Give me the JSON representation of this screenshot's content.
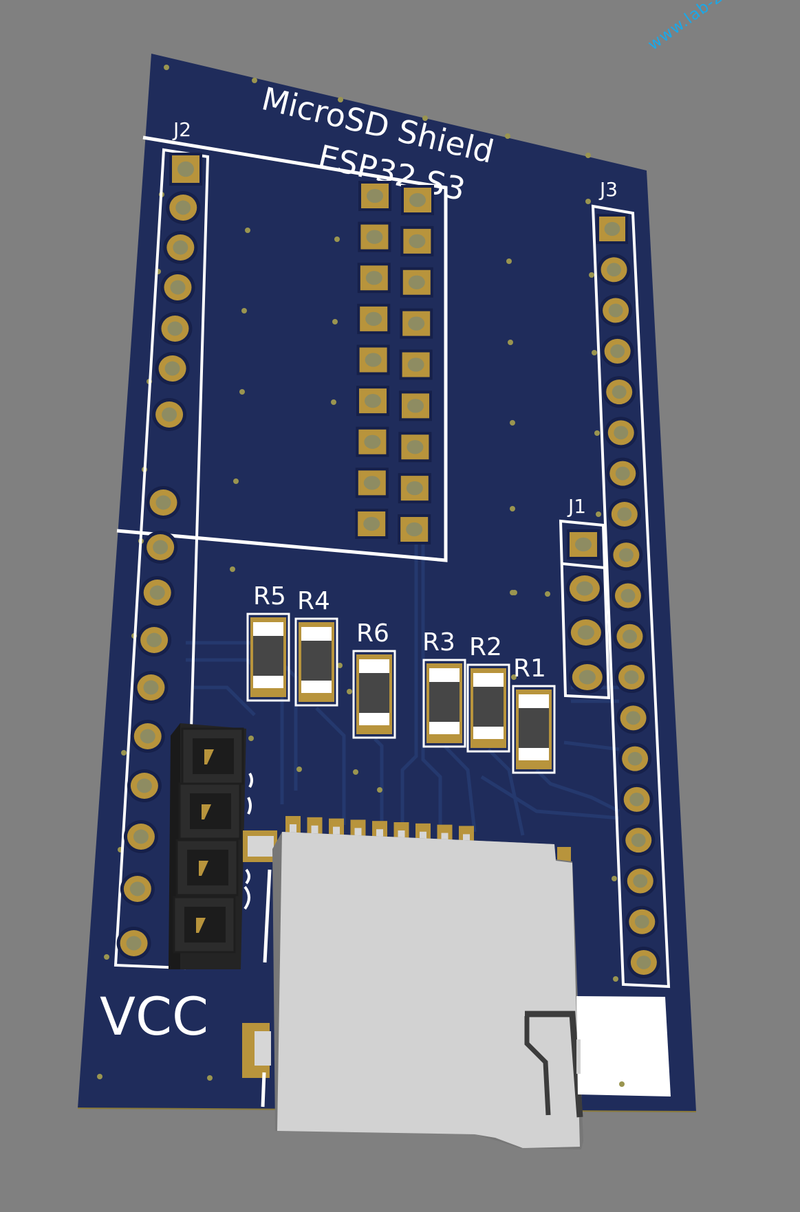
{
  "watermark": "www.lab-z.com",
  "board": {
    "title_line1": "MicroSD Shield",
    "title_line2": "ESP32 S3",
    "power_label": "VCC",
    "colors": {
      "background": "#808080",
      "soldermask": "#1f2c5b",
      "trace": "#263a70",
      "pad_gold": "#b8943c",
      "pad_hole": "#8e8c62",
      "via": "#9a9550",
      "silkscreen": "#ffffff",
      "socket_body": "#d2d2d2",
      "header_plastic": "#2a2a2a",
      "watermark": "#1aa8e8"
    }
  },
  "connectors": {
    "j1": {
      "label": "J1",
      "pins": 4
    },
    "j2": {
      "label": "J2",
      "pins": 17
    },
    "j3": {
      "label": "J3",
      "pins": 19
    },
    "center_header": {
      "pins": 18,
      "rows": 9,
      "cols": 2
    },
    "black_header": {
      "pins": 4
    }
  },
  "resistors": [
    {
      "label": "R5"
    },
    {
      "label": "R4"
    },
    {
      "label": "R6"
    },
    {
      "label": "R3"
    },
    {
      "label": "R2"
    },
    {
      "label": "R1"
    }
  ],
  "microsd_socket": {
    "pins": 9
  }
}
